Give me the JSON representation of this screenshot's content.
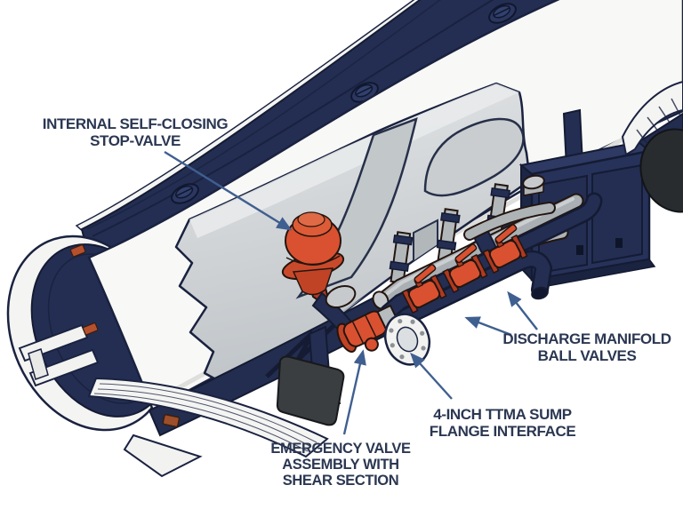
{
  "figure": {
    "description_labels": {
      "stop_valve": {
        "lines": [
          "INTERNAL SELF-CLOSING",
          "STOP-VALVE"
        ]
      },
      "discharge": {
        "lines": [
          "DISCHARGE MANIFOLD",
          "BALL VALVES"
        ]
      },
      "sump": {
        "lines": [
          "4-INCH TTMA SUMP",
          "FLANGE INTERFACE"
        ]
      },
      "emergency": {
        "lines": [
          "EMERGENCY VALVE",
          "ASSEMBLY WITH",
          "SHEAR SECTION"
        ]
      }
    },
    "colors": {
      "label_text": "#2b3752",
      "arrow": "#3f5f90",
      "tank_navy": "#232e52",
      "tank_white": "#f8f8f6",
      "interior_gray": "#d4d7d9",
      "valve_orange": "#d95130",
      "pipe_gray": "#b2b7ba",
      "background": "#ffffff"
    }
  }
}
